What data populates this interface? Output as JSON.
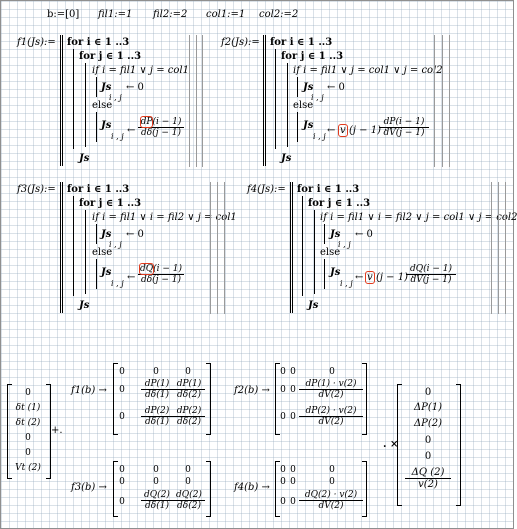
{
  "defs": {
    "b": "b:=[0]",
    "fil1": "fil1:=1",
    "fil2": "fil2:=2",
    "col1": "col1:=1",
    "col2": "col2:=2"
  },
  "functions": {
    "f1": {
      "header": "f1(Js):=",
      "for_i": "for i ∈ 1 ..3",
      "for_j": "for j ∈ 1 ..3",
      "if": "if i = fil1 ∨ j = col1",
      "assign0_lhs": "Js",
      "assign0_sub": "i , j",
      "assign0": "← 0",
      "else": "else",
      "assign1_lhs": "Js",
      "assign1_sub": "i , j",
      "arrow": "←",
      "num": "dP(i − 1)",
      "den": "dδ(j − 1)",
      "ret": "Js"
    },
    "f2": {
      "header": "f2(Js):=",
      "for_i": "for i ∈ 1 ..3",
      "for_j": "for j ∈ 1 ..3",
      "if": "if i = fil1 ∨ j = col1 ∨ j = col2",
      "assign0_lhs": "Js",
      "assign0_sub": "i , j",
      "assign0": "← 0",
      "else": "else",
      "assign1_lhs": "Js",
      "assign1_sub": "i , j",
      "arrow": "←",
      "mid": "v",
      "mid_arg": "(j − 1) ·",
      "num": "dP(i − 1)",
      "den": "dV(j − 1)",
      "ret": "Js"
    },
    "f3": {
      "header": "f3(Js):=",
      "for_i": "for i ∈ 1 ..3",
      "for_j": "for j ∈ 1 ..3",
      "if": "if i = fil1 ∨ i = fil2 ∨ j = col1",
      "assign0_lhs": "Js",
      "assign0_sub": "i , j",
      "assign0": "← 0",
      "else": "else",
      "assign1_lhs": "Js",
      "assign1_sub": "i , j",
      "arrow": "←",
      "num": "dQ(i − 1)",
      "den": "dδ(j − 1)",
      "ret": "Js"
    },
    "f4": {
      "header": "f4(Js):=",
      "for_i": "for i ∈ 1 ..3",
      "for_j": "for j ∈ 1 ..3",
      "if": "if i = fil1 ∨ i = fil2 ∨ j = col1 ∨ j = col2",
      "assign0_lhs": "Js",
      "assign0_sub": "i , j",
      "assign0": "← 0",
      "else": "else",
      "assign1_lhs": "Js",
      "assign1_sub": "i , j",
      "arrow": "←",
      "mid": "v",
      "mid_arg": "(j − 1) ·",
      "num": "dQ(i − 1)",
      "den": "dV(j − 1)",
      "ret": "Js"
    }
  },
  "state_vector": [
    "0",
    "δt (1)",
    "δt (2)",
    "0",
    "0",
    "Vt (2)"
  ],
  "plus": "+.",
  "eval": {
    "f1": "f1(b) →",
    "f2": "f2(b) →",
    "f3": "f3(b) →",
    "f4": "f4(b) →"
  },
  "m1": {
    "zeros": [
      "0",
      "0",
      "0",
      "0",
      "0"
    ],
    "a": {
      "n": "dP(1)",
      "d": "dδ(1)"
    },
    "b": {
      "n": "dP(1)",
      "d": "dδ(2)"
    },
    "c": {
      "n": "dP(2)",
      "d": "dδ(1)"
    },
    "e": {
      "n": "dP(2)",
      "d": "dδ(2)"
    }
  },
  "m2": {
    "zeros": [
      "0",
      "0",
      "0",
      "0",
      "0",
      "0",
      "0"
    ],
    "a": {
      "n": "dP(1) · v(2)",
      "d": "dV(2)"
    },
    "b": {
      "n": "dP(2) · v(2)",
      "d": "dV(2)"
    }
  },
  "m3": {
    "zeros": [
      "0",
      "0",
      "0",
      "0",
      "0",
      "0",
      "0"
    ],
    "a": {
      "n": "dQ(2)",
      "d": "dδ(1)"
    },
    "b": {
      "n": "dQ(2)",
      "d": "dδ(2)"
    }
  },
  "m4": {
    "zeros": [
      "0",
      "0",
      "0",
      "0",
      "0",
      "0",
      "0",
      "0"
    ],
    "a": {
      "n": "dQ(2) · v(2)",
      "d": "dV(2)"
    }
  },
  "times": ". ×",
  "rhs": {
    "r0": "0",
    "r1": "ΔP(1)",
    "r2": "ΔP(2)",
    "r3": "0",
    "r4": "0",
    "r5n": "ΔQ (2)",
    "r5d": "v(2)"
  }
}
